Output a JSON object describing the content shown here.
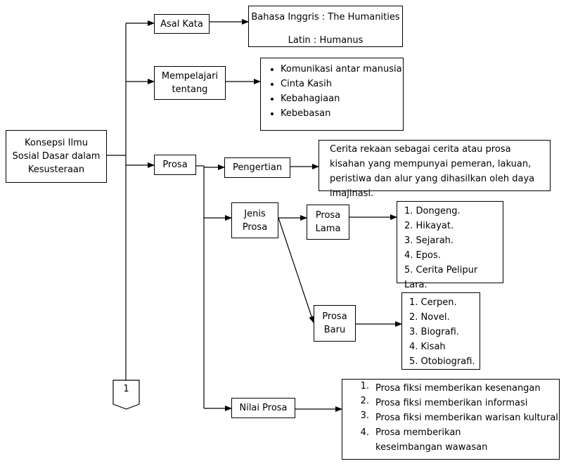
{
  "root": "Konsepsi Ilmu Sosial Dasar dalam Kesusteraan",
  "connector": "1",
  "asal_kata": {
    "label": "Asal Kata",
    "lines": [
      "Bahasa Inggris : The Humanities",
      "Latin : Humanus"
    ]
  },
  "mempelajari": {
    "label": "Mempelajari tentang",
    "items": [
      "Komunikasi antar manusia",
      "Cinta Kasih",
      "Kebahagiaan",
      "Kebebasan"
    ]
  },
  "prosa": {
    "label": "Prosa",
    "pengertian": {
      "label": "Pengertian",
      "text": "Cerita rekaan sebagai cerita atau prosa kisahan yang mempunyai pemeran, lakuan, peristiwa dan alur yang dihasilkan oleh daya imajinasi."
    },
    "jenis": {
      "label": "Jenis Prosa",
      "lama": {
        "label": "Prosa Lama",
        "items": [
          "1. Dongeng.",
          "2. Hikayat.",
          "3. Sejarah.",
          "4. Epos.",
          "5. Cerita Pelipur Lara."
        ]
      },
      "baru": {
        "label": "Prosa Baru",
        "items": [
          "1. Cerpen.",
          "2. Novel.",
          "3. Biografi.",
          "4. Kisah",
          "5. Otobiografi."
        ]
      }
    },
    "nilai": {
      "label": "Nilai Prosa",
      "items": [
        {
          "num": "1.",
          "text": "Prosa fiksi memberikan kesenangan"
        },
        {
          "num": "2.",
          "text": "Prosa fiksi memberikan informasi"
        },
        {
          "num": "3.",
          "text": "Prosa fiksi memberikan warisan kultural"
        },
        {
          "num": "4.",
          "text": "Prosa memberikan keseimbangan wawasan"
        }
      ]
    }
  }
}
